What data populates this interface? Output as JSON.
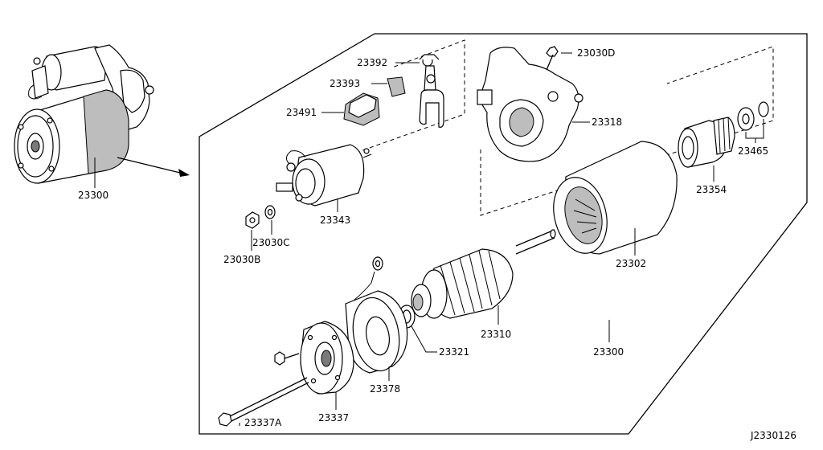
{
  "labels": {
    "assembly_left": "23300",
    "assembly_right": "23300",
    "drive_housing": "23318",
    "bolt_housing": "23030D",
    "lever": "23392",
    "lever_plate": "23393",
    "insulator": "23491",
    "solenoid": "23343",
    "washer": "23030C",
    "nut": "23030B",
    "yoke": "23302",
    "pinion": "23354",
    "snap_ring_set": "23465",
    "armature": "23310",
    "washer_armature": "23321",
    "brush_holder": "23378",
    "rear_cover": "23337",
    "through_bolt": "23337A"
  },
  "diagram_code": "J2330126"
}
